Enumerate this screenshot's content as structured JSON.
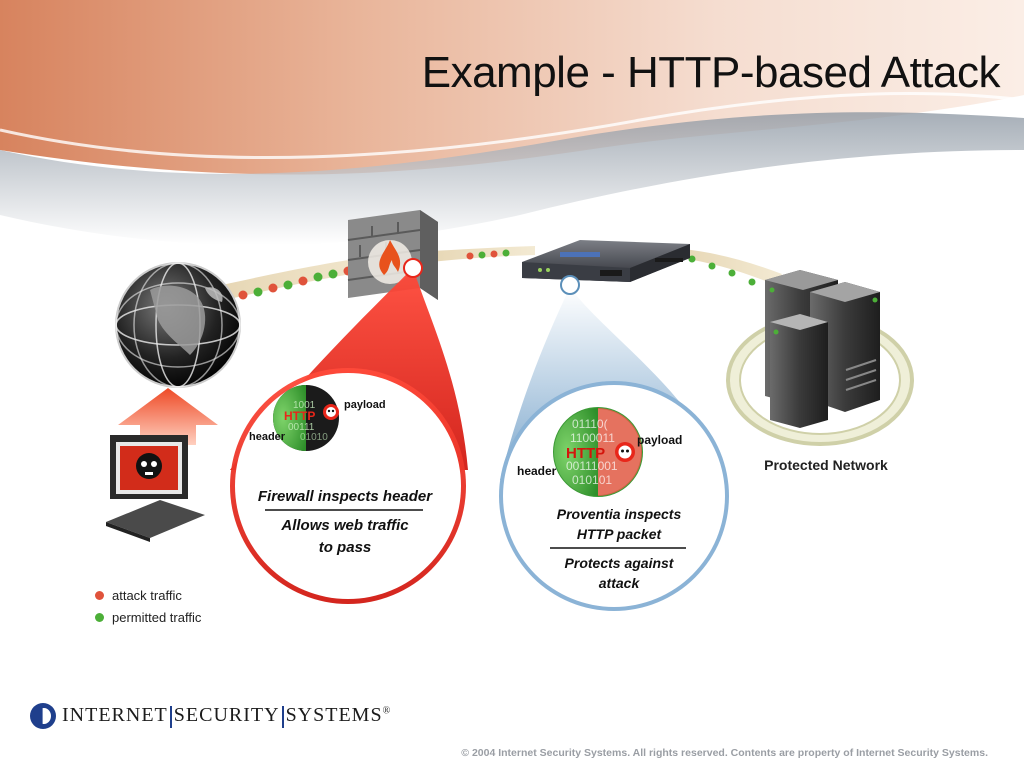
{
  "slide": {
    "title": "Example - HTTP-based Attack",
    "footer": "© 2004 Internet Security Systems. All rights reserved. Contents are property of Internet Security Systems."
  },
  "firewall_callout": {
    "header_label": "header",
    "payload_label": "payload",
    "packet_label": "HTTP",
    "line1": "Firewall inspects header",
    "line2": "Allows web traffic",
    "line3": "to pass"
  },
  "proventia_callout": {
    "header_label": "header",
    "payload_label": "payload",
    "packet_label": "HTTP",
    "line1": "Proventia inspects",
    "line2": "HTTP packet",
    "line3": "Protects against",
    "line4": "attack"
  },
  "network": {
    "label": "Protected Network"
  },
  "legend": {
    "items": [
      {
        "label": "attack traffic",
        "color": "#e0533b"
      },
      {
        "label": "permitted traffic",
        "color": "#4caf38"
      }
    ]
  },
  "logo": {
    "part1": "INTERNET",
    "part2": "SECURITY",
    "part3": "SYSTEMS",
    "mark": "®"
  },
  "colors": {
    "attack": "#e0533b",
    "permitted": "#4caf38",
    "firewall_callout": "#e8261a",
    "proventia_callout": "#5b8fb9"
  }
}
